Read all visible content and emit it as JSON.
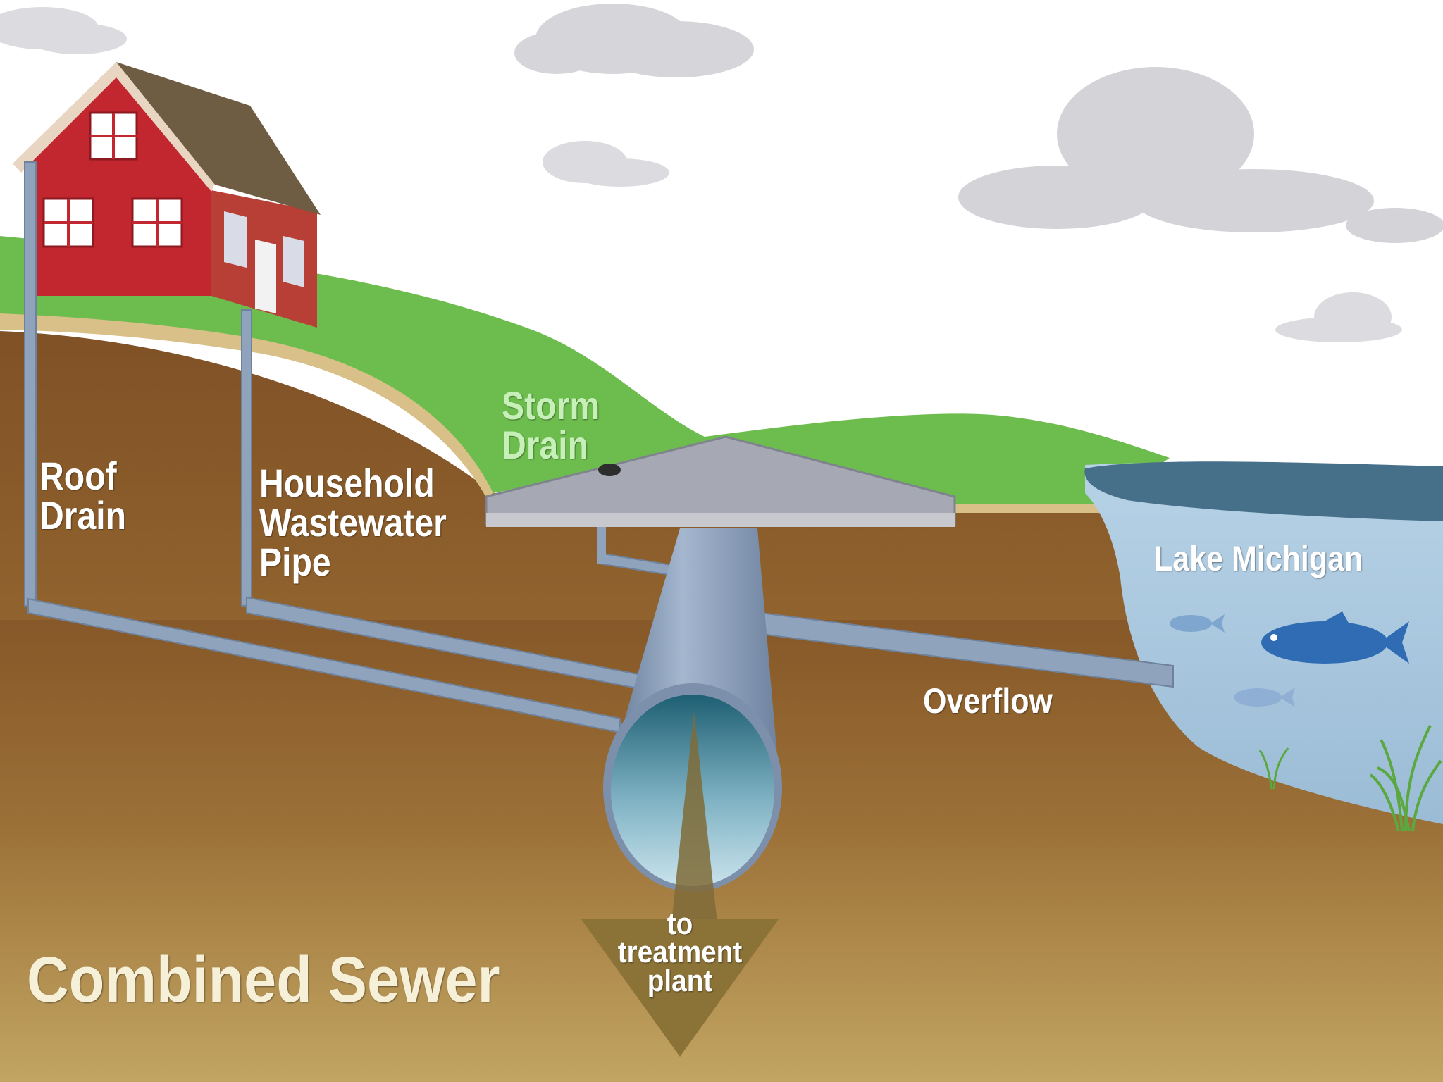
{
  "labels": {
    "roof_drain": [
      "Roof",
      "Drain"
    ],
    "household_pipe": [
      "Household",
      "Wastewater",
      "Pipe"
    ],
    "storm_drain": [
      "Storm",
      "Drain"
    ],
    "lake": "Lake Michigan",
    "overflow": "Overflow",
    "treatment": [
      "to",
      "treatment",
      "plant"
    ],
    "title": "Combined Sewer"
  },
  "colors": {
    "sky": "#ffffff",
    "cloud": "#d6d6da",
    "grass": "#6dbd4e",
    "soil_top": "#7f5126",
    "soil_bottom": "#c2a562",
    "sand": "#d9c088",
    "house_red": "#c2262e",
    "house_side": "#b73f35",
    "roof": "#6e5c43",
    "pipe": "#8fa3bd",
    "water": "#a9c8df",
    "lake_surface": "#466f8a",
    "fish": "#2f6cb3",
    "label_text": "#ffffff",
    "storm_label": "#c6f0b8"
  },
  "icons": [
    "house-icon",
    "fish-icon",
    "storm-drain-grate-icon",
    "cloud-icon",
    "water-plant-icon",
    "down-arrow-icon"
  ]
}
